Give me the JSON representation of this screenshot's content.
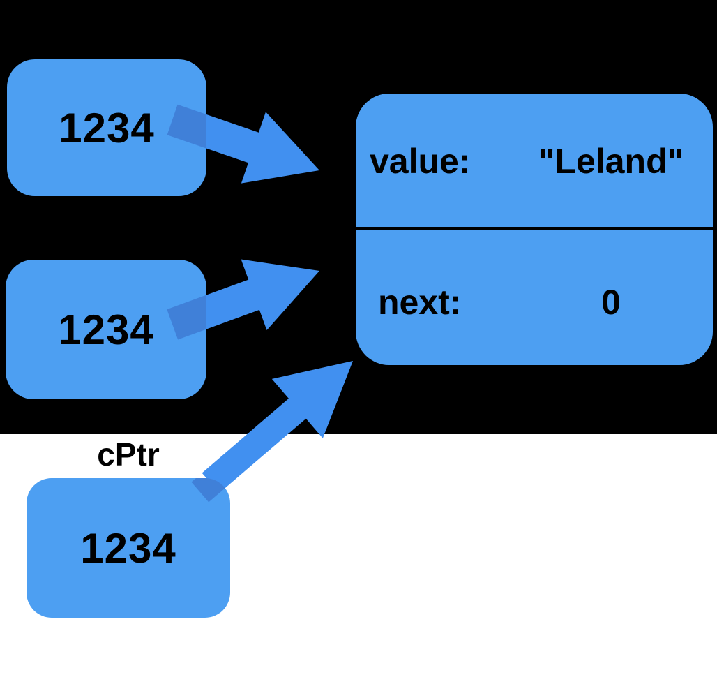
{
  "diagram": {
    "type": "pointer-diagram",
    "colors": {
      "background_top": "#000000",
      "background_bottom": "#ffffff",
      "box_fill": "#4D9FF2",
      "arrow_fill": "#4190F0",
      "arrow_overlap_fill": "#4080D8",
      "text": "#000000"
    },
    "pointer_boxes": [
      {
        "value": "1234"
      },
      {
        "value": "1234"
      },
      {
        "value": "1234",
        "label": "cPtr"
      }
    ],
    "node": {
      "fields": [
        {
          "name": "value:",
          "value": "\"Leland\""
        },
        {
          "name": "next:",
          "value": "0"
        }
      ]
    }
  }
}
